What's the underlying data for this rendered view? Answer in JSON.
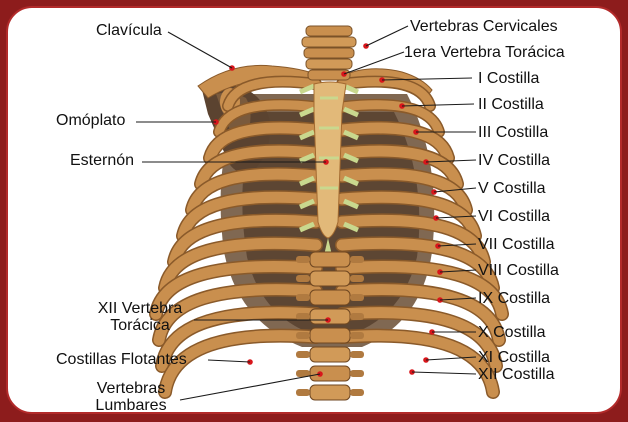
{
  "colors": {
    "frame": "#8d1c1c",
    "bone_light": "#e2b979",
    "bone_mid": "#c98f4e",
    "bone_dark": "#5b4330",
    "cartilage": "#c9d88e",
    "marker": "#d8161b"
  },
  "labels": {
    "clavicula": "Clavícula",
    "omoplato": "Omóplato",
    "esternon": "Esternón",
    "xii_vertebra_line1": "XII Vertebra",
    "xii_vertebra_line2": "Torácica",
    "costillas_flotantes": "Costillas Flotantes",
    "lumbares_line1": "Vertebras",
    "lumbares_line2": "Lumbares",
    "vertebras_cervicales": "Vertebras Cervicales",
    "primera_toracica": "1era Vertebra Torácica",
    "costilla_1": "I Costilla",
    "costilla_2": "II Costilla",
    "costilla_3": "III Costilla",
    "costilla_4": "IV Costilla",
    "costilla_5": "V Costilla",
    "costilla_6": "VI Costilla",
    "costilla_7": "VII Costilla",
    "costilla_8": "VIII Costilla",
    "costilla_9": "IX Costilla",
    "costilla_10": "X Costilla",
    "costilla_11": "XI Costilla",
    "costilla_12": "XII Costilla"
  }
}
